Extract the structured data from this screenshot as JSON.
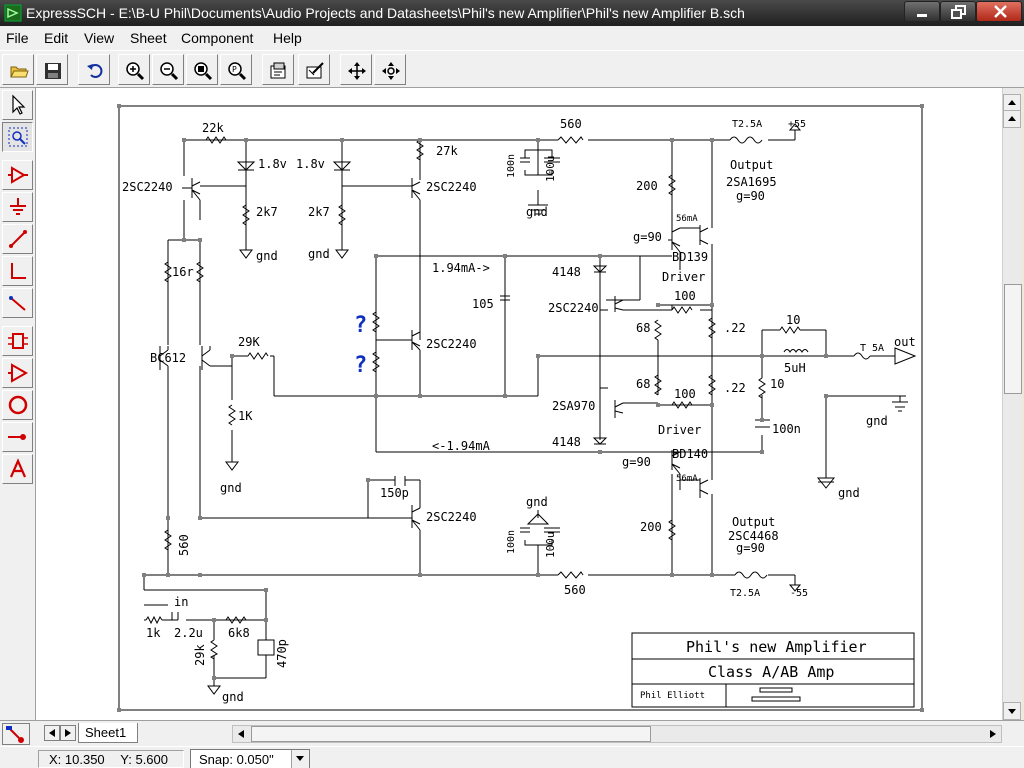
{
  "window": {
    "title": "ExpressSCH - E:\\B-U Phil\\Documents\\Audio Projects and Datasheets\\Phil's new Amplifier\\Phil's new Amplifier B.sch"
  },
  "menu": {
    "items": [
      "File",
      "Edit",
      "View",
      "Sheet",
      "Component",
      "Help"
    ]
  },
  "toolbar": {
    "buttons": [
      "open-icon",
      "save-icon",
      "undo-icon",
      "zoom-in-icon",
      "zoom-out-icon",
      "zoom-fit-icon",
      "zoom-page-icon",
      "properties-icon",
      "component-edit-icon",
      "pan-icon",
      "pan-center-icon"
    ]
  },
  "left_tools": [
    "select-icon",
    "zoom-select-icon",
    "place-component-icon",
    "ground-icon",
    "wire-icon",
    "bus-icon",
    "line-icon",
    "part-icon",
    "amplifier-icon",
    "circle-icon",
    "pin-icon",
    "text-icon"
  ],
  "schematic": {
    "components": {
      "r_22k": "22k",
      "r_27k": "27k",
      "r_560_top": "560",
      "fuse_top": "T2.5A",
      "supply_pos": "+55",
      "q_2sc2240_1": "2SC2240",
      "d_18v_1": "1.8v",
      "d_18v_2": "1.8v",
      "q_2sc2240_2": "2SC2240",
      "c_100n_top": "100n",
      "c_100u_top": "100u",
      "gnd_top": "gnd",
      "output_top_label": "Output",
      "q_2sa1695": "2SA1695",
      "gain_top": "g=90",
      "r_200_top": "200",
      "r_2k7_1": "2k7",
      "r_2k7_2": "2k7",
      "gnd_1": "gnd",
      "gnd_2": "gnd",
      "current_56ma_top": "56mA",
      "gain_drv_top": "g=90",
      "q_bd139": "BD139",
      "driver_top": "Driver",
      "r_16r": "16r",
      "current_pos": "1.94mA->",
      "d_4148_1": "4148",
      "c_105": "105",
      "q_2sc2240_3": "2SC2240",
      "r_100_1": "100",
      "r_68_1": "68",
      "r_22_1": ".22",
      "r_10_out": "10",
      "question_1": "?",
      "question_2": "?",
      "q_2sc2240_4": "2SC2240",
      "q_bc612": "BC612",
      "r_29k": "29K",
      "l_5uh": "5uH",
      "fuse_out": "T 5A",
      "out_label": "out",
      "r_68_2": "68",
      "r_100_2": "100",
      "r_22_2": ".22",
      "r_10_zobel": "10",
      "q_2sa970": "2SA970",
      "r_1k": "1K",
      "c_100n_zobel": "100n",
      "gnd_out": "gnd",
      "d_4148_2": "4148",
      "current_neg": "<-1.94mA",
      "driver_bottom": "Driver",
      "gain_drv_bottom": "g=90",
      "q_bd140": "BD140",
      "gnd_3": "gnd",
      "gnd_zobel2": "gnd",
      "current_56ma_bottom": "56mA",
      "c_150p": "150p",
      "q_2sc2240_5": "2SC2240",
      "gnd_bottom": "gnd",
      "r_200_bottom": "200",
      "output_bottom_label": "Output",
      "q_2sc4468": "2SC4468",
      "gain_bottom": "g=90",
      "c_100n_bottom": "100n",
      "c_100u_bottom": "100u",
      "r_560_left": "560",
      "r_560_bottom": "560",
      "fuse_bottom": "T2.5A",
      "supply_neg": "-55",
      "in_label": "in",
      "r_1k_in": "1k",
      "c_22u": "2.2u",
      "r_6k8": "6k8",
      "r_29k_in": "29k",
      "c_470p": "470p",
      "gnd_in": "gnd"
    },
    "title_block": {
      "title": "Phil's new Amplifier",
      "subtitle": "Class A/AB Amp",
      "author": "Phil Elliott"
    }
  },
  "tabs": {
    "sheet": "Sheet1"
  },
  "status": {
    "x_label": "X: 10.350",
    "y_label": "Y: 5.600",
    "snap": "Snap: 0.050\""
  }
}
